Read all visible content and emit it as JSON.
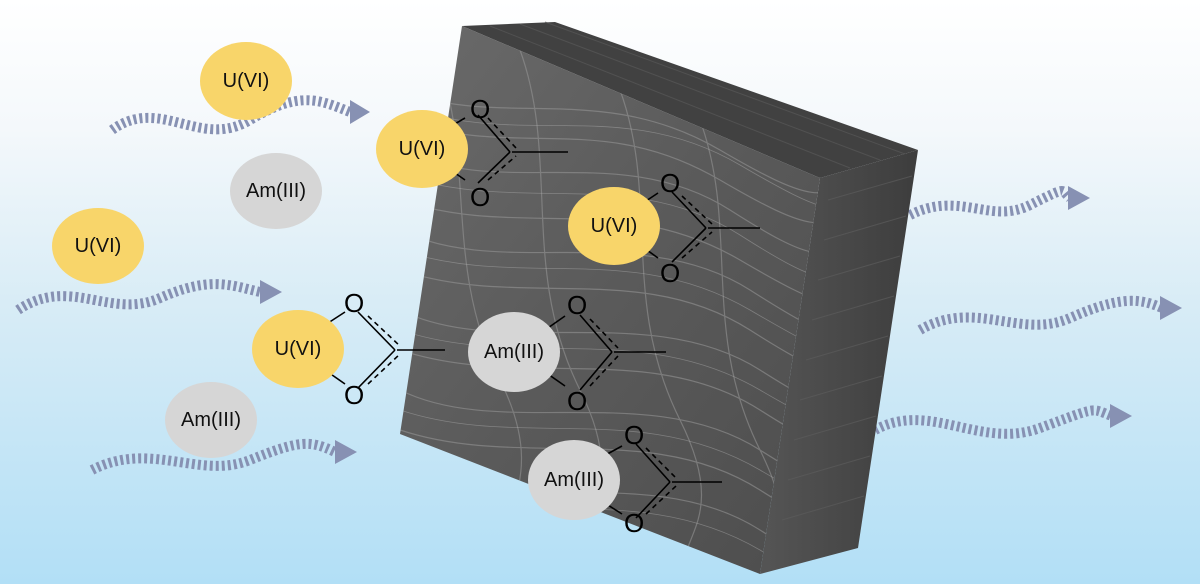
{
  "colors": {
    "uranium_ion": "#f8d56a",
    "americium_ion": "#d6d6d6",
    "flow_arrow": "#8791b3",
    "membrane_front": "#5f5f5f",
    "membrane_top": "#3e3e3e",
    "membrane_side": "#4a4a4a"
  },
  "ions": {
    "free": [
      {
        "label": "U(VI)",
        "type": "uranium"
      },
      {
        "label": "Am(III)",
        "type": "americium"
      },
      {
        "label": "U(VI)",
        "type": "uranium"
      },
      {
        "label": "Am(III)",
        "type": "americium"
      }
    ],
    "bound": [
      {
        "label": "U(VI)",
        "type": "uranium",
        "ligand": "carboxylate"
      },
      {
        "label": "U(VI)",
        "type": "uranium",
        "ligand": "carboxylate"
      },
      {
        "label": "U(VI)",
        "type": "uranium",
        "ligand": "carboxylate"
      },
      {
        "label": "Am(III)",
        "type": "americium",
        "ligand": "carboxylate"
      },
      {
        "label": "Am(III)",
        "type": "americium",
        "ligand": "carboxylate"
      }
    ]
  },
  "ligand": {
    "oxygen_label": "O"
  },
  "icons": [
    "wavy-flow-arrow-icon",
    "fiber-membrane-block"
  ]
}
